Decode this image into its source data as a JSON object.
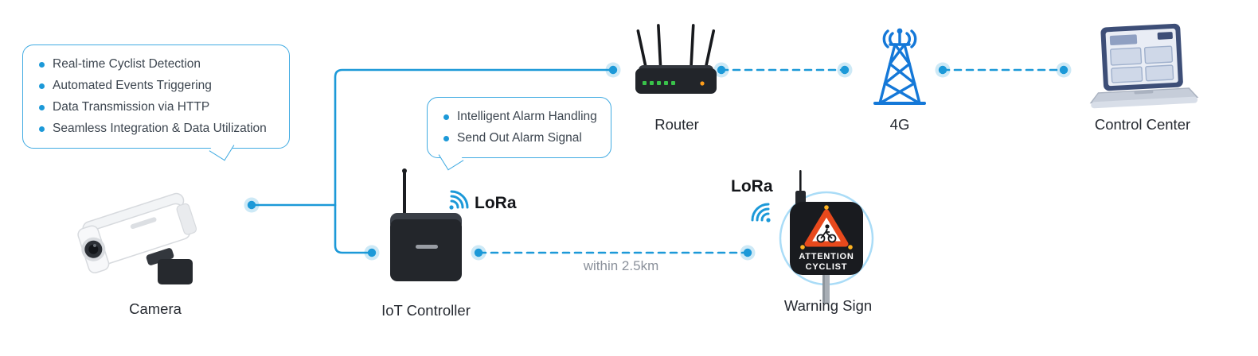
{
  "colors": {
    "accent": "#1c99d8",
    "bubble_border": "#41abe2",
    "muted_text": "#8b919b",
    "label_text": "#262a31",
    "sign_triangle_border": "#e8491c"
  },
  "camera_bubble": {
    "items": [
      "Real-time Cyclist Detection",
      "Automated Events Triggering",
      "Data Transmission via HTTP",
      "Seamless Integration & Data Utilization"
    ]
  },
  "controller_bubble": {
    "items": [
      "Intelligent Alarm Handling",
      "Send Out Alarm Signal"
    ]
  },
  "nodes": {
    "camera": {
      "label": "Camera"
    },
    "iot_controller": {
      "label": "IoT Controller"
    },
    "router": {
      "label": "Router"
    },
    "cellular": {
      "label": "4G"
    },
    "control_center": {
      "label": "Control Center"
    },
    "warning_sign": {
      "label": "Warning Sign",
      "sign_line1": "ATTENTION",
      "sign_line2": "CYCLIST"
    }
  },
  "links": {
    "distance_label": "within 2.5km"
  },
  "lora": {
    "label": "LoRa"
  },
  "icons": {
    "camera": "bullet-camera-icon",
    "iot_controller": "iot-controller-icon",
    "router": "router-icon",
    "cellular": "cell-tower-icon",
    "control_center": "laptop-icon",
    "warning_sign": "warning-sign-icon",
    "lora_waves": "radio-waves-icon"
  }
}
